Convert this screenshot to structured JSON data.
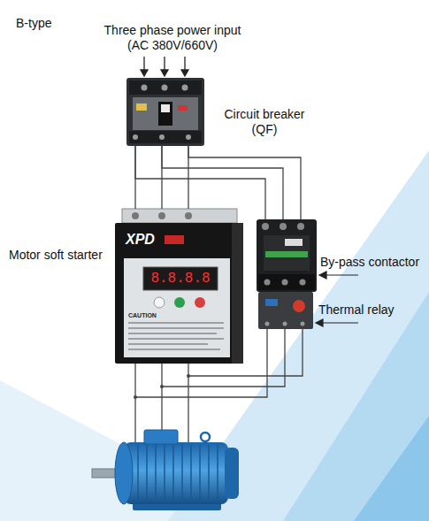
{
  "diagram": {
    "nodes": [
      {
        "text": [
          "Circuit breaker (QF)"
        ]
      },
      {
        "text": [
          "Motor soft starter"
        ]
      },
      {
        "text": [
          "By-pass contactor"
        ]
      },
      {
        "text": [
          "Thermal relay"
        ]
      }
    ],
    "edges": [
      {
        "from": 0,
        "to": 1,
        "arrow": "none"
      },
      {
        "from": 0,
        "to": 2,
        "arrow": "none"
      }
    ],
    "labels": [
      "B-type",
      "Three phase power input (AC 380V/660V)",
      "XPD",
      "8.8.8.8",
      "CAUTION"
    ]
  }
}
